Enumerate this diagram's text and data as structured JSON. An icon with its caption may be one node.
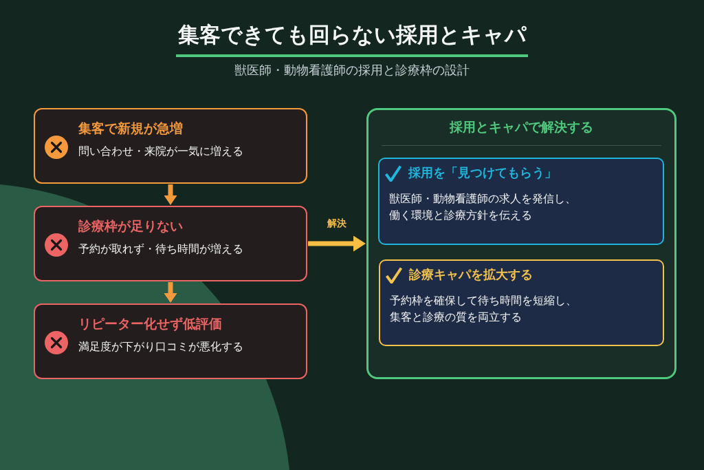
{
  "diagram": {
    "title": "集客できても回らない採用とキャパ",
    "nodes": [
      {
        "text": [
          "集客で新規が急増",
          "問い合わせ・来院が一気に増える"
        ]
      },
      {
        "text": [
          "診療枠が足りない",
          "予約が取れず・待ち時間が増える"
        ]
      },
      {
        "text": [
          "リピーター化せず低評価",
          "満足度が下がり口コミが悪化する"
        ]
      },
      {
        "text": [
          "採用とキャパで解決する"
        ]
      },
      {
        "text": [
          "採用を「見つけてもらう」",
          "獣医師・動物看護師の求人を発信し、働く環境と診療方針を伝える"
        ],
        "in": 3
      },
      {
        "text": [
          "診療キャパを拡大する",
          "予約枠を確保して待ち時間を短縮し、集客と診療の質を両立する"
        ],
        "in": 3
      }
    ],
    "edges": [
      {
        "from": 0,
        "to": 1,
        "arrow": "to"
      },
      {
        "from": 1,
        "to": 2,
        "arrow": "to"
      },
      {
        "from": 1,
        "to": 3,
        "arrow": "to",
        "label": "解決",
        "color": "#f7bd45"
      }
    ],
    "labels": [
      "獣医師・動物看護師の採用と診療枠の設計"
    ]
  }
}
